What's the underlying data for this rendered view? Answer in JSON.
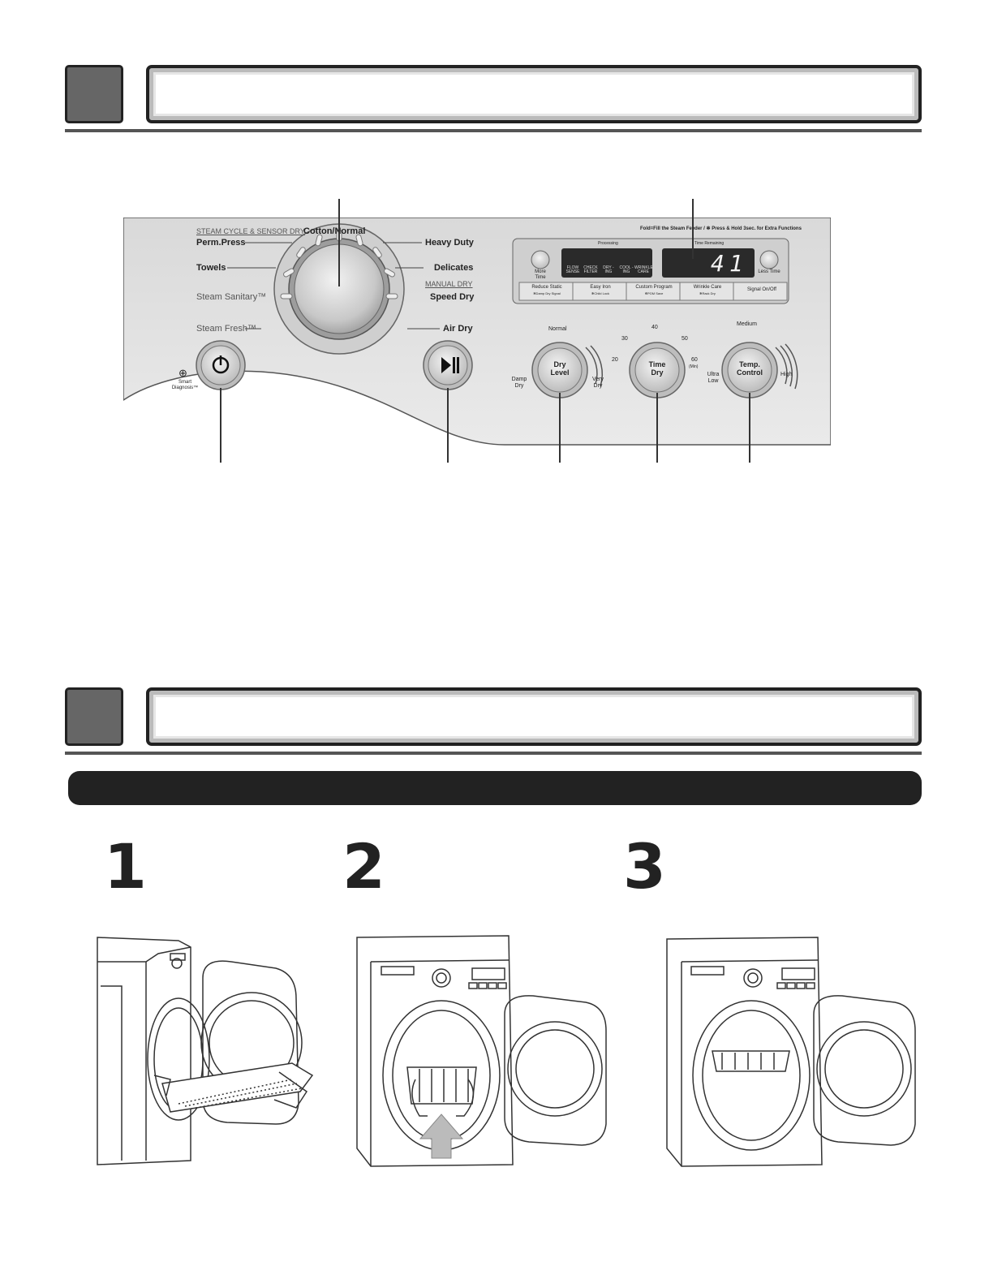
{
  "panel": {
    "steam_header": "STEAM CYCLE & SENSOR DRY",
    "cycles_left": [
      "Perm.Press",
      "Towels",
      "Steam Sanitary™",
      "Steam Fresh™"
    ],
    "cycle_top": "Cotton/Normal",
    "cycles_right": [
      "Heavy Duty",
      "Delicates"
    ],
    "manual_header": "MANUAL DRY",
    "manual_cycles": [
      "Speed Dry",
      "Air Dry"
    ],
    "smart_diagnosis": "Smart Diagnosis™",
    "top_note": "Fold=Fill the Steam Feeder / ✻ Press & Hold 3sec. for Extra Functions",
    "display": {
      "processing_label": "Processing",
      "time_remaining_label": "Time Remaining",
      "digits": "41",
      "more_time": "More Time",
      "less_time": "Less Time",
      "status_items": [
        "FLOW SENSE",
        "CHECK FILTER",
        "DRY -ING",
        "COOL -ING",
        "WRINKLE CARE"
      ]
    },
    "options": [
      {
        "label": "Reduce Static",
        "sub": "✻Damp Dry Signal"
      },
      {
        "label": "Easy Iron",
        "sub": "✻Child Lock"
      },
      {
        "label": "Custom Program",
        "sub": "✻PGM Save"
      },
      {
        "label": "Wrinkle Care",
        "sub": "✻Rack Dry"
      },
      {
        "label": "Signal On/Off",
        "sub": ""
      }
    ],
    "dry_level": {
      "label_line1": "Dry",
      "label_line2": "Level",
      "top": "Normal",
      "left": "Damp Dry",
      "right": "Very Dry"
    },
    "time_dry": {
      "label_line1": "Time",
      "label_line2": "Dry",
      "ticks": [
        "20",
        "30",
        "40",
        "50",
        "60"
      ],
      "unit": "(Min)"
    },
    "temp_control": {
      "label_line1": "Temp.",
      "label_line2": "Control",
      "top": "Medium",
      "left": "Ultra Low",
      "right": "High"
    }
  },
  "steps": [
    "1",
    "2",
    "3"
  ]
}
